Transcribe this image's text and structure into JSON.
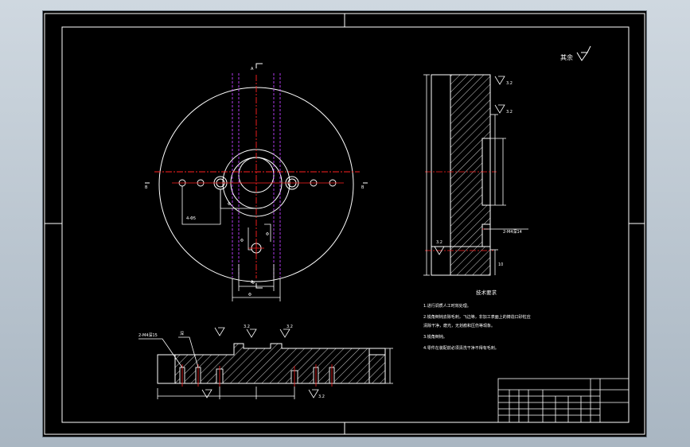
{
  "surface_finish": {
    "label": "其余",
    "value": ""
  },
  "section_marks": {
    "a_top": "A",
    "a_bottom": "A",
    "b_left": "B",
    "b_right": "B"
  },
  "dims": {
    "d1": "4-Φ5",
    "d2": "Φ",
    "d3": "Φ",
    "d4": "Φ",
    "d5": "Φ",
    "d6": "Φ",
    "d7": "",
    "side_1": "",
    "side_2": "3.2",
    "side_3": "3.2",
    "side_4": "",
    "side_5": "2-M4深14",
    "side_6": "3.2",
    "side_7": "10",
    "bottom_1": "2-M4深15",
    "bottom_2": "深",
    "bottom_3": "",
    "bottom_4": "3.2",
    "bottom_5": "3.2",
    "bottom_6": "",
    "bottom_7": "",
    "bottom_8": "",
    "bottom_9": "",
    "bottom_10": "3.2"
  },
  "tech_requirements": {
    "title": "技术要求",
    "items": [
      "1.进行调质人工时效处理。",
      "2.锐角倒钝去除毛刺，飞边等，非加工表面上的铸造口砂粒应",
      "清除干净，磨光，无划痕和压伤等现象。",
      "3.锐角倒钝。",
      "4.零件在装配前必须清洗干净不得有毛刺。"
    ]
  },
  "title_block": {
    "cells": [
      "",
      "",
      "",
      "",
      "",
      "",
      "",
      "",
      "",
      ""
    ]
  },
  "colors": {
    "lines": "#ffffff",
    "center_lines": "#ff2020",
    "hidden_lines": "#c040ff",
    "background": "#000000"
  }
}
